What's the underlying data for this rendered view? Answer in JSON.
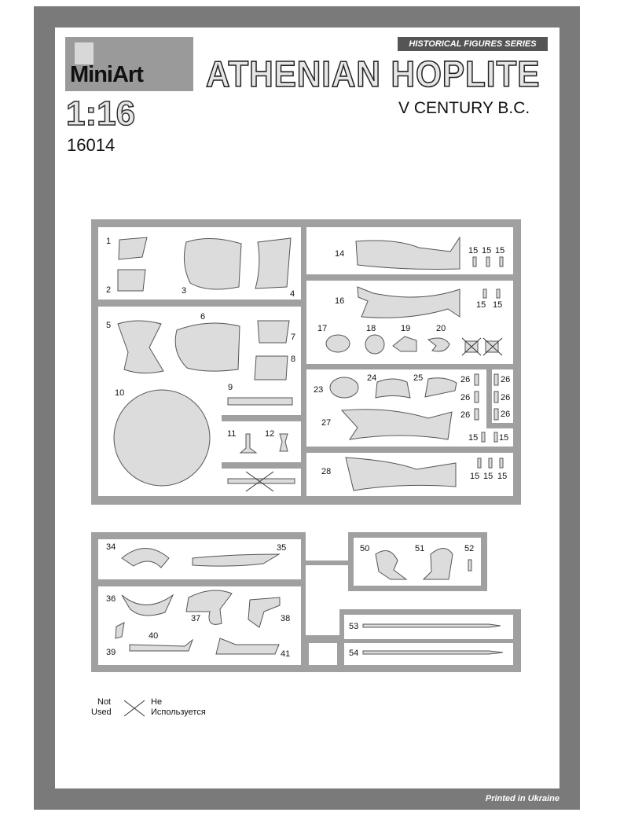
{
  "brand": "MiniArt",
  "series": "HISTORICAL FIGURES  SERIES",
  "title": "ATHENIAN HOPLITE",
  "subtitle": "V CENTURY B.C.",
  "scale": "1:16",
  "kit_number": "16014",
  "footer": "Printed in Ukraine",
  "legend": {
    "not_used_en_1": "Not",
    "not_used_en_2": "Used",
    "not_used_ru_1": "Не",
    "not_used_ru_2": "Используется"
  },
  "parts": {
    "p1": "1",
    "p2": "2",
    "p3": "3",
    "p4": "4",
    "p5": "5",
    "p6": "6",
    "p7": "7",
    "p8": "8",
    "p9": "9",
    "p10": "10",
    "p11": "11",
    "p12": "12",
    "p14": "14",
    "p15": "15",
    "p16": "16",
    "p17": "17",
    "p18": "18",
    "p19": "19",
    "p20": "20",
    "p23": "23",
    "p24": "24",
    "p25": "25",
    "p26": "26",
    "p27": "27",
    "p28": "28",
    "p34": "34",
    "p35": "35",
    "p36": "36",
    "p37": "37",
    "p38": "38",
    "p39": "39",
    "p40": "40",
    "p41": "41",
    "p50": "50",
    "p51": "51",
    "p52": "52",
    "p53": "53",
    "p54": "54"
  }
}
